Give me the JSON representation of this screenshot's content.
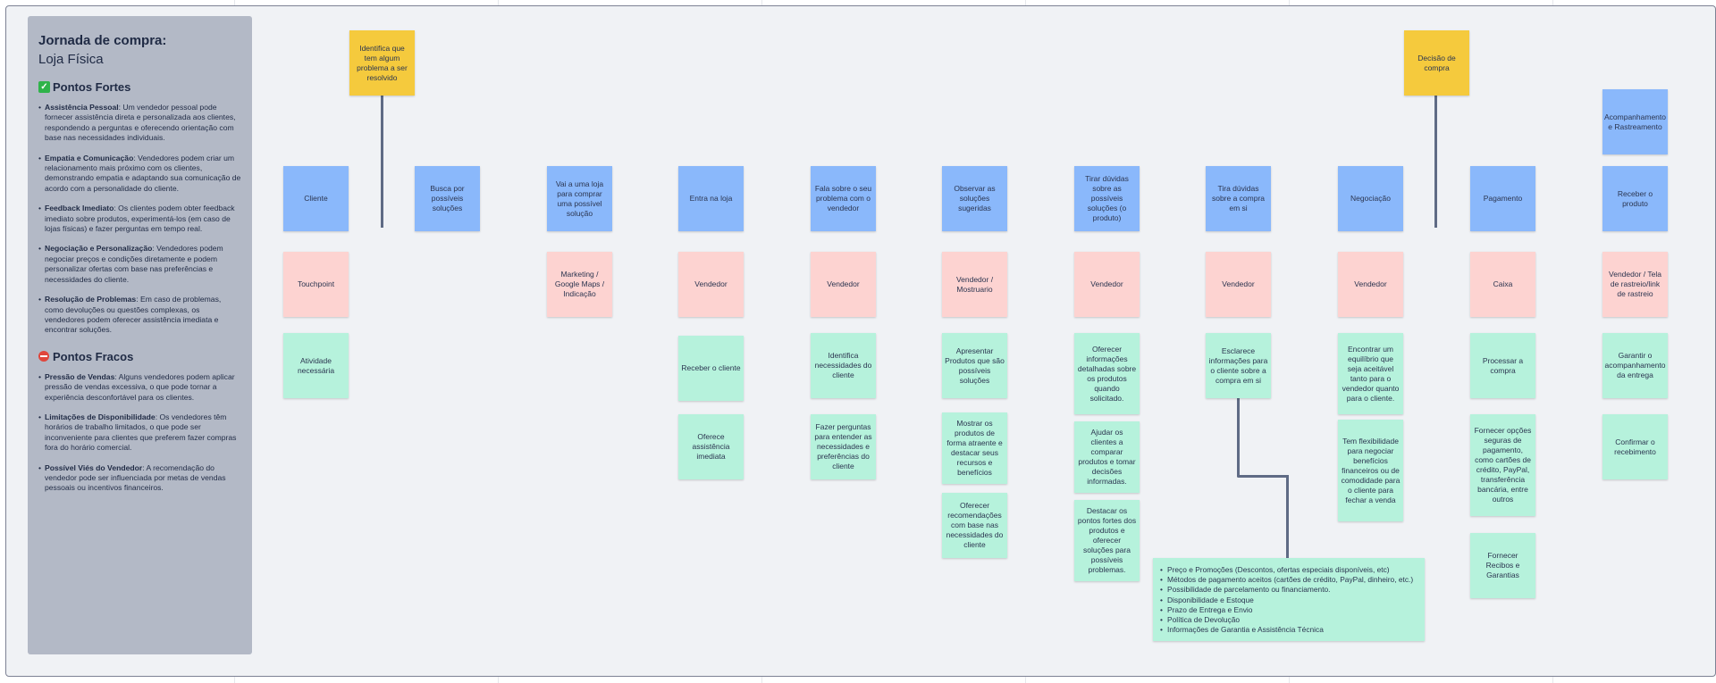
{
  "panel": {
    "title": "Jornada de  compra:",
    "subtitle": "Loja Física",
    "strengths_title": "Pontos Fortes",
    "strengths": [
      {
        "term": "Assistência Pessoal",
        "text": ": Um vendedor pessoal pode fornecer assistência direta e personalizada aos clientes, respondendo a perguntas e oferecendo orientação com base nas necessidades individuais."
      },
      {
        "term": "Empatia e Comunicação",
        "text": ": Vendedores podem criar um relacionamento mais próximo com os clientes, demonstrando empatia e adaptando sua comunicação de acordo com a personalidade do cliente."
      },
      {
        "term": "Feedback Imediato",
        "text": ": Os clientes podem obter feedback imediato sobre produtos, experimentá-los (em caso de lojas físicas) e fazer perguntas em tempo real."
      },
      {
        "term": "Negociação e Personalização",
        "text": ": Vendedores podem negociar preços e condições diretamente e podem personalizar ofertas com base nas preferências e necessidades do cliente."
      },
      {
        "term": "Resolução de Problemas",
        "text": ": Em caso de problemas, como devoluções ou questões complexas, os vendedores podem oferecer assistência imediata e encontrar soluções."
      }
    ],
    "weaknesses_title": "Pontos Fracos",
    "weaknesses": [
      {
        "term": "Pressão de Vendas",
        "text": ": Alguns vendedores podem aplicar pressão de vendas excessiva, o que pode tornar a experiência desconfortável para os clientes."
      },
      {
        "term": "Limitações de Disponibilidade",
        "text": ": Os vendedores têm horários de trabalho limitados, o que pode ser inconveniente para clientes que preferem fazer compras fora do horário comercial."
      },
      {
        "term": "Possível Viés do Vendedor",
        "text": ": A recomendação do vendedor pode ser influenciada por metas de vendas pessoais ou incentivos financeiros."
      }
    ]
  },
  "colors": {
    "stage": "#8ab8fb",
    "touchpoint": "#fdd3d1",
    "activity": "#b6f2dc",
    "decision": "#f5ca3d"
  },
  "decisions": [
    "Identifica que tem algum problema a ser resolvido",
    "Decisão de compra"
  ],
  "extra_stage": "Acompanhamento e Rastreamento",
  "row_labels": {
    "stage": "Cliente",
    "touchpoint": "Touchpoint",
    "activity": "Atividade necessária"
  },
  "stages": [
    "Busca por possíveis soluções",
    "Vai a uma loja para comprar uma possível solução",
    "Entra na loja",
    "Fala sobre o seu problema com o vendedor",
    "Observar as soluções sugeridas",
    "Tirar dúvidas sobre as possíveis soluções (o produto)",
    "Tira dúvidas sobre a compra em si",
    "Negociação",
    "Pagamento",
    "Receber o produto"
  ],
  "touchpoints": [
    "Marketing / Google Maps / Indicação",
    "Vendedor",
    "Vendedor",
    "Vendedor / Mostruario",
    "Vendedor",
    "Vendedor",
    "Vendedor",
    "Caixa",
    "Vendedor / Tela de rastreio/link de rastreio"
  ],
  "activities": {
    "entra": [
      "Receber o cliente",
      "Oferece assistência imediata"
    ],
    "fala": [
      "Identifica necessidades do cliente",
      "Fazer perguntas para entender as necessidades e preferências do cliente"
    ],
    "observar": [
      "Apresentar Produtos que são possíveis soluções",
      "Mostrar os produtos de forma atraente e destacar seus recursos e benefícios",
      "Oferecer recomendações com base nas necessidades do cliente"
    ],
    "tirar": [
      "Oferecer informações detalhadas sobre os produtos quando solicitado.",
      "Ajudar os clientes a comparar produtos e tomar decisões informadas.",
      "Destacar os pontos fortes dos produtos e oferecer soluções para possíveis problemas."
    ],
    "tira_compra": [
      "Esclarece informações para o cliente sobre a compra em si"
    ],
    "negociacao": [
      "Encontrar um equilíbrio que seja aceitável tanto para o vendedor quanto para o cliente.",
      "Tem flexibilidade para negociar benefícios financeiros ou de comodidade para o cliente para fechar a venda"
    ],
    "pagamento": [
      "Processar a compra",
      "Fornecer opções seguras de pagamento, como cartões de crédito, PayPal, transferência bancária, entre outros",
      "Fornecer Recibos e Garantias"
    ],
    "receber": [
      "Garantir o acompanhamento da entrega",
      "Confirmar o recebimento"
    ]
  },
  "purchase_info": [
    "Preço e Promoções (Descontos, ofertas especiais disponíveis, etc)",
    "Métodos de pagamento aceitos (cartões de crédito, PayPal, dinheiro, etc.)",
    "Possibilidade de parcelamento ou financiamento.",
    "Disponibilidade e Estoque",
    "Prazo de Entrega e Envio",
    "Política de Devolução",
    "Informações de Garantia e Assistência Técnica"
  ]
}
